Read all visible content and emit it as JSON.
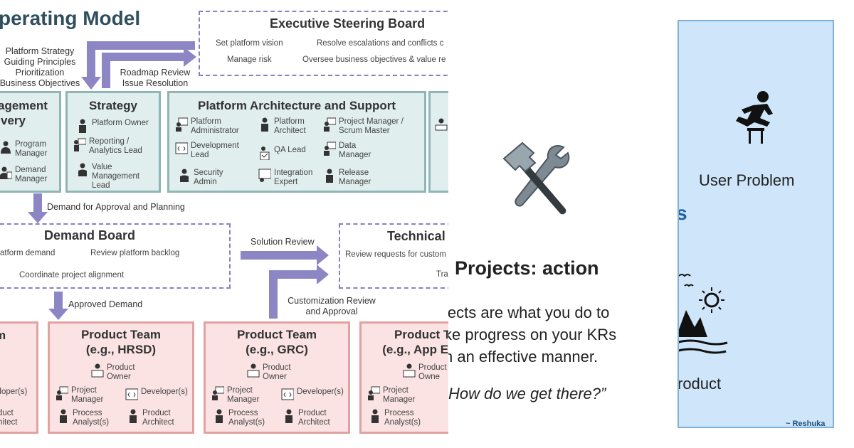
{
  "left": {
    "title": "perating Model",
    "steering": {
      "title": "Executive Steering Board",
      "items": [
        "Set platform vision",
        "Resolve escalations and conflicts c",
        "Manage risk",
        "Oversee business objectives & value re"
      ]
    },
    "inputs": [
      "Platform Strategy",
      "Guiding Principles",
      "Prioritization",
      "Business Objectives"
    ],
    "roadmap": [
      "Roadmap Review",
      "Issue Resolution"
    ],
    "management": {
      "title_lines": [
        "agement",
        "very"
      ],
      "roles": [
        "Program\nManager",
        "Demand\nManager"
      ]
    },
    "strategy": {
      "title": "Strategy",
      "roles": [
        "Platform Owner",
        "Reporting /\nAnalytics Lead",
        "Value\nManagement\nLead"
      ]
    },
    "platform": {
      "title": "Platform Architecture and Support",
      "roles": [
        "Platform\nAdministrator",
        "Platform\nArchitect",
        "Project Manager /\nScrum Master",
        "Development\nLead",
        "QA Lead",
        "Data\nManager",
        "Security\nAdmin",
        "Integration\nExpert",
        "Release\nManager"
      ]
    },
    "demand_approval": "Demand for Approval and Planning",
    "demand_board": {
      "title": "Demand Board",
      "items": [
        "atform demand",
        "Review platform backlog",
        "Coordinate project alignment"
      ]
    },
    "solution_review": "Solution Review",
    "technical": {
      "title": "Technical",
      "items": [
        "Review requests for custom",
        "Tra"
      ]
    },
    "approved_demand": "Approved Demand",
    "customization": [
      "Customization Review",
      "and Approval"
    ],
    "team_partial": {
      "title": "m",
      "roles": [
        "eloper(s)",
        "duct\nhitect"
      ]
    },
    "team_hrsd": {
      "title_lines": [
        "Product Team",
        "(e.g., HRSD)"
      ],
      "roles": [
        "Product\nOwner",
        "Project\nManager",
        "Developer(s)",
        "Process\nAnalyst(s)",
        "Product\nArchitect"
      ]
    },
    "team_grc": {
      "title_lines": [
        "Product Team",
        "(e.g., GRC)"
      ],
      "roles": [
        "Product\nOwner",
        "Project\nManager",
        "Developer(s)",
        "Process\nAnalyst(s)",
        "Product\nArchitect"
      ]
    },
    "team_app": {
      "title_lines": [
        "Product T",
        "(e.g., App E"
      ],
      "roles": [
        "Product\nOwne",
        "Project\nManager",
        "Process\nAnalyst(s)"
      ]
    }
  },
  "middle": {
    "icon": "hammer-and-wrench-icon",
    "title": "Projects: action",
    "body": [
      "jects are what you do to",
      "ke progress on your KRs",
      "n an effective manner."
    ],
    "quote": "How do we get there?”"
  },
  "right": {
    "icon_top": "hurdle-jumper-icon",
    "user_problem": "User Problem",
    "cut_letter": "s",
    "icon_bottom": "landscape-sun-icon",
    "product": "roduct",
    "credit": "~ Reshuka"
  },
  "colors": {
    "arrow": "#8c86c4",
    "teal_border": "#8fb5b5",
    "pink_border": "#e2a2a2",
    "right_bg": "#cfe6fa"
  }
}
